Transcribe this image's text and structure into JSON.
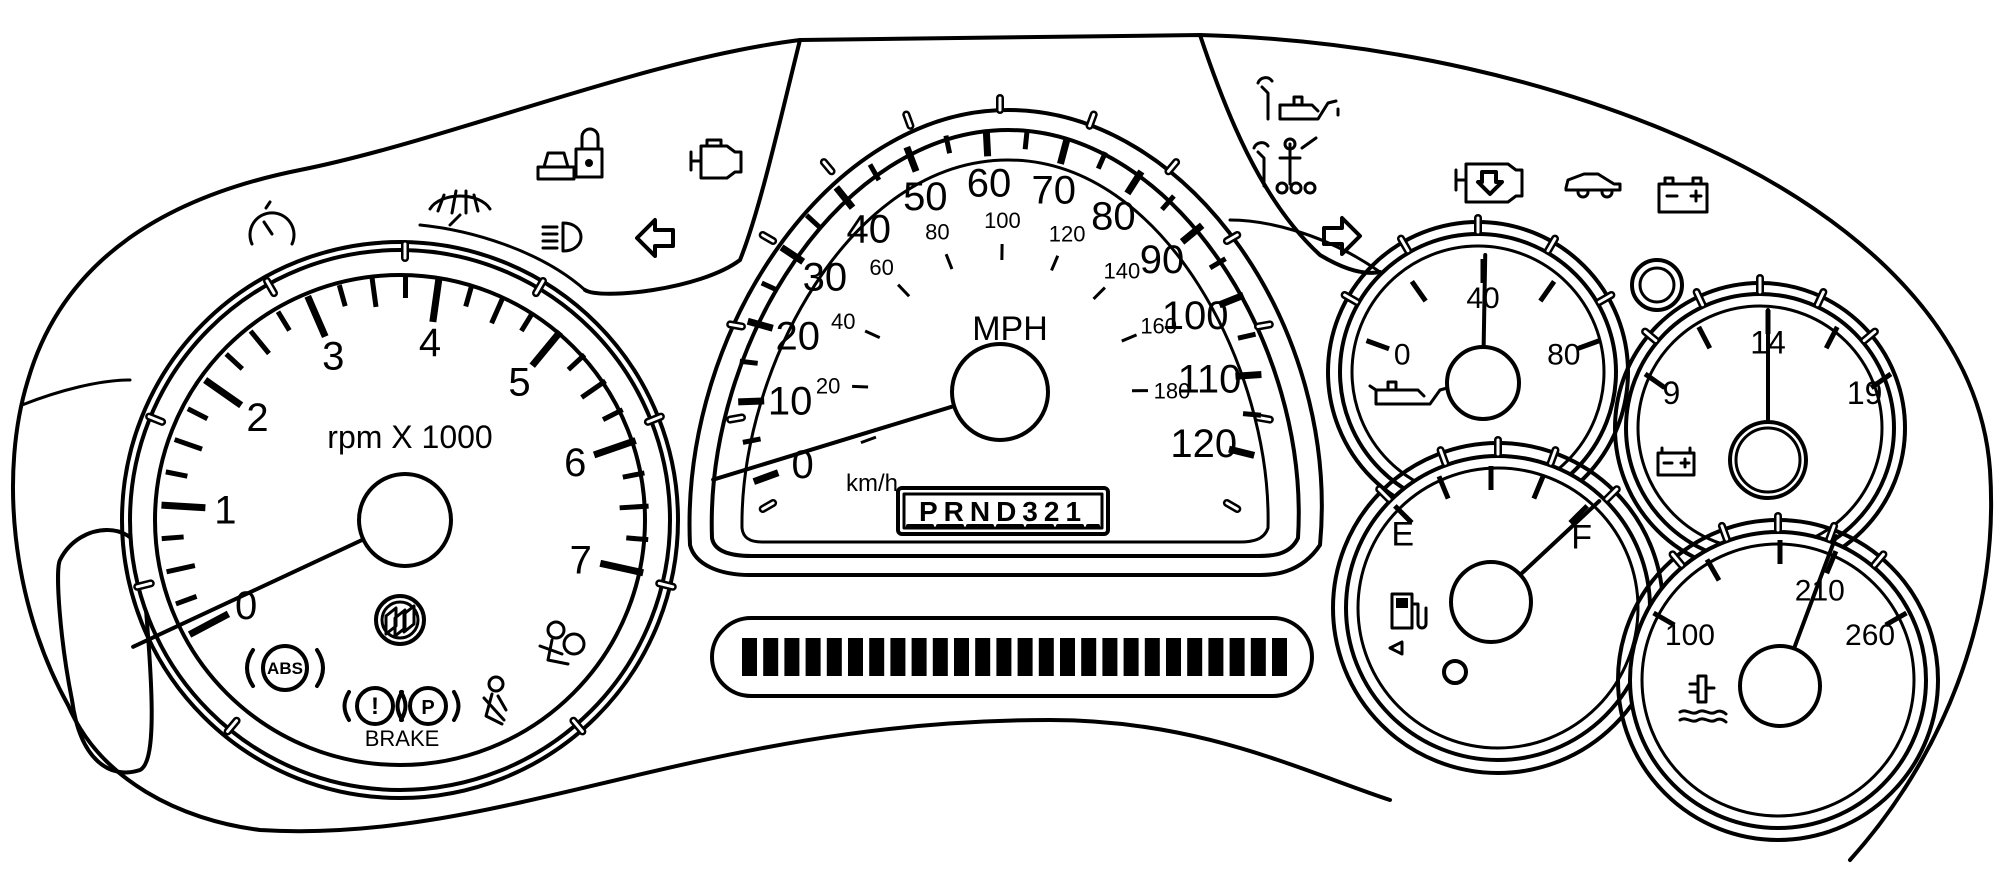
{
  "tachometer": {
    "unit_label": "rpm X 1000",
    "scale_labels": [
      "0",
      "1",
      "2",
      "3",
      "4",
      "5",
      "6",
      "7"
    ],
    "needle_value": 0
  },
  "speedometer": {
    "unit_label": "MPH",
    "mph_labels": [
      "0",
      "10",
      "20",
      "30",
      "40",
      "50",
      "60",
      "70",
      "80",
      "90",
      "100",
      "110",
      "120"
    ],
    "kmh_unit_label": "km/h",
    "kmh_labels": [
      "0",
      "20",
      "40",
      "60",
      "80",
      "100",
      "120",
      "140",
      "160",
      "180"
    ],
    "needle_value_mph": 0
  },
  "prnd_display": {
    "text": "PRND321"
  },
  "oil_pressure_gauge": {
    "labels": [
      "0",
      "40",
      "80"
    ],
    "needle_value": 40
  },
  "voltmeter_gauge": {
    "labels": [
      "9",
      "14",
      "19"
    ],
    "needle_value": 14
  },
  "fuel_gauge": {
    "labels": [
      "E",
      "F"
    ],
    "needle_level": "F"
  },
  "coolant_temp_gauge": {
    "labels": [
      "100",
      "210",
      "260"
    ],
    "needle_value": 210
  },
  "brake_warning": {
    "label": "BRAKE"
  },
  "abs_warning": {
    "label": "ABS"
  },
  "parking_brake": {
    "label": "P"
  },
  "indicators": [
    "cruise-icon",
    "wiper-washer-icon",
    "security-lock-icon",
    "check-engine-icon",
    "headlamp-icon",
    "left-turn-arrow-icon",
    "right-turn-arrow-icon",
    "service-oil-icon",
    "service-vehicle-icon",
    "engine-down-icon",
    "vehicle-shape-icon",
    "battery-icon",
    "seat-belt-icon",
    "airbag-icon",
    "buick-logo-icon",
    "low-fuel-icon",
    "coolant-icon",
    "oil-can-icon",
    "battery-small-icon"
  ]
}
